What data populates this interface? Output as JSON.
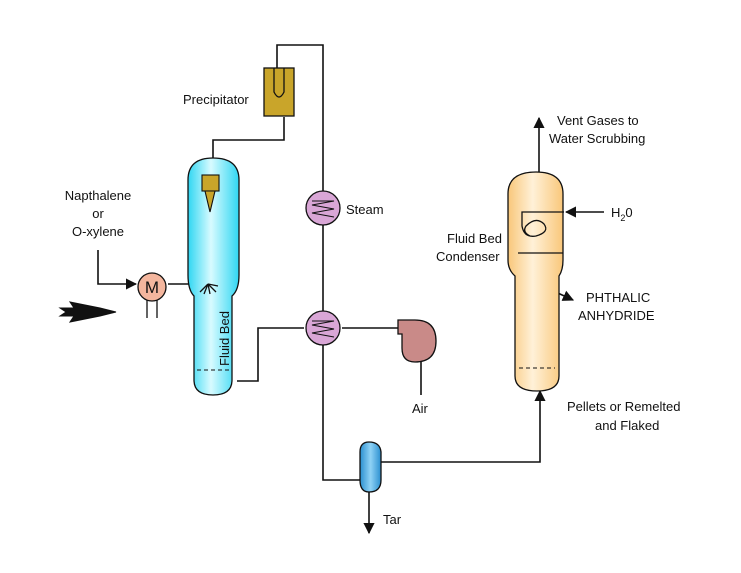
{
  "labels": {
    "precipitator": "Precipitator",
    "feed_line1": "Napthalene",
    "feed_line2": "or",
    "feed_line3": "O-xylene",
    "fluid_bed": "Fluid Bed",
    "steam": "Steam",
    "air": "Air",
    "tar": "Tar",
    "vent_line1": "Vent Gases to",
    "vent_line2": "Water Scrubbing",
    "water_main": "H",
    "water_sub": "2",
    "water_end": "0",
    "condenser_line1": "Fluid Bed",
    "condenser_line2": "Condenser",
    "product_line1": "PHTHALIC",
    "product_line2": "ANHYDRIDE",
    "pellets_line1": "Pellets or Remelted",
    "pellets_line2": "and Flaked",
    "heater_symbol": "M"
  },
  "colors": {
    "reactor": "#2fd6f2",
    "reactor_light": "#d8fbff",
    "condenser": "#f9c77a",
    "condenser_light": "#fff1d8",
    "precipitator": "#c9a52a",
    "heat_exchanger": "#d9a6d6",
    "feed_heater": "#f4b69e",
    "air_blower": "#c98a88",
    "tar_separator": "#3fa7e0",
    "stroke": "#111111"
  }
}
